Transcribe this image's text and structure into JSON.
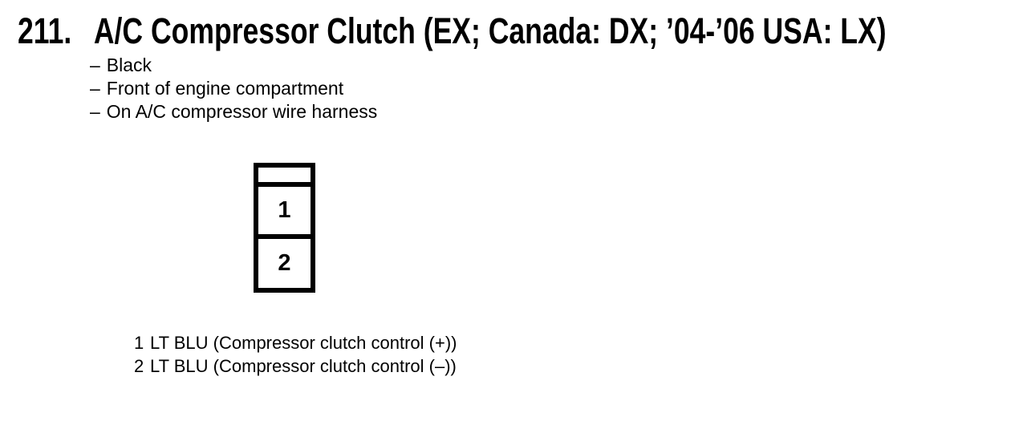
{
  "document": {
    "colors": {
      "ink": "#000000",
      "background": "#ffffff"
    },
    "entry": {
      "number": "211.",
      "title": "A/C Compressor Clutch (EX; Canada: DX; ’04-’06 USA: LX)"
    },
    "note_bullet": "–",
    "notes": [
      "Black",
      "Front of engine compartment",
      "On A/C compressor wire harness"
    ],
    "connector": {
      "cavity_labels": [
        "1",
        "2"
      ]
    },
    "pins": [
      {
        "number": "1",
        "label": "LT BLU (Compressor clutch control (+))"
      },
      {
        "number": "2",
        "label": "LT BLU (Compressor clutch control (–))"
      }
    ]
  }
}
